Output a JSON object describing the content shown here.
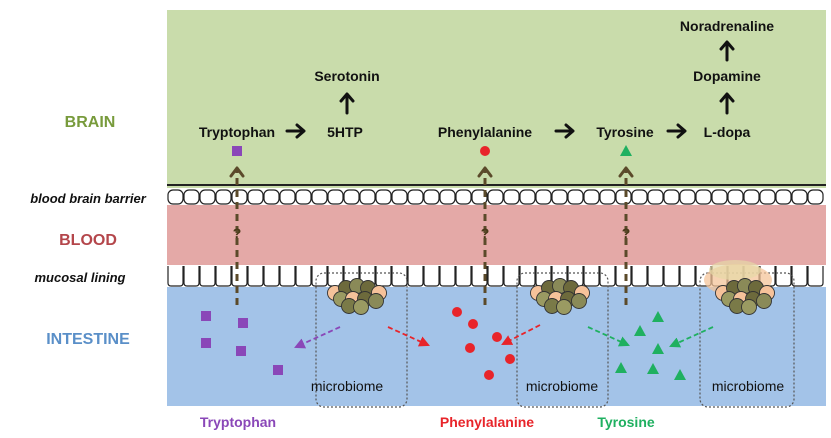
{
  "regions": {
    "brain": "BRAIN",
    "bbb": "blood brain barrier",
    "blood": "BLOOD",
    "mucosal": "mucosal lining",
    "intestine": "INTESTINE"
  },
  "pathway": {
    "tryptophan": "Tryptophan",
    "htp": "5HTP",
    "serotonin": "Serotonin",
    "phenylalanine": "Phenylalanine",
    "tyrosine": "Tyrosine",
    "ldopa": "L-dopa",
    "dopamine": "Dopamine",
    "noradrenaline": "Noradrenaline"
  },
  "unknown_mark": "?",
  "microbiome_label": "microbiome",
  "bottom_labels": {
    "tryptophan": "Tryptophan",
    "phenylalanine": "Phenylalanine",
    "tyrosine": "Tyrosine"
  },
  "colors": {
    "brain_bg": "#c9dcab",
    "blood_bg": "#e4a9a7",
    "intestine_bg": "#a3c3e8",
    "brain_label": "#789b3c",
    "blood_label": "#b4464b",
    "intestine_label": "#5a8fc8",
    "tryptophan": "#8a47b8",
    "phenylalanine": "#e8242a",
    "tyrosine": "#1fb060",
    "transport_arrow": "#5b4a2a"
  }
}
